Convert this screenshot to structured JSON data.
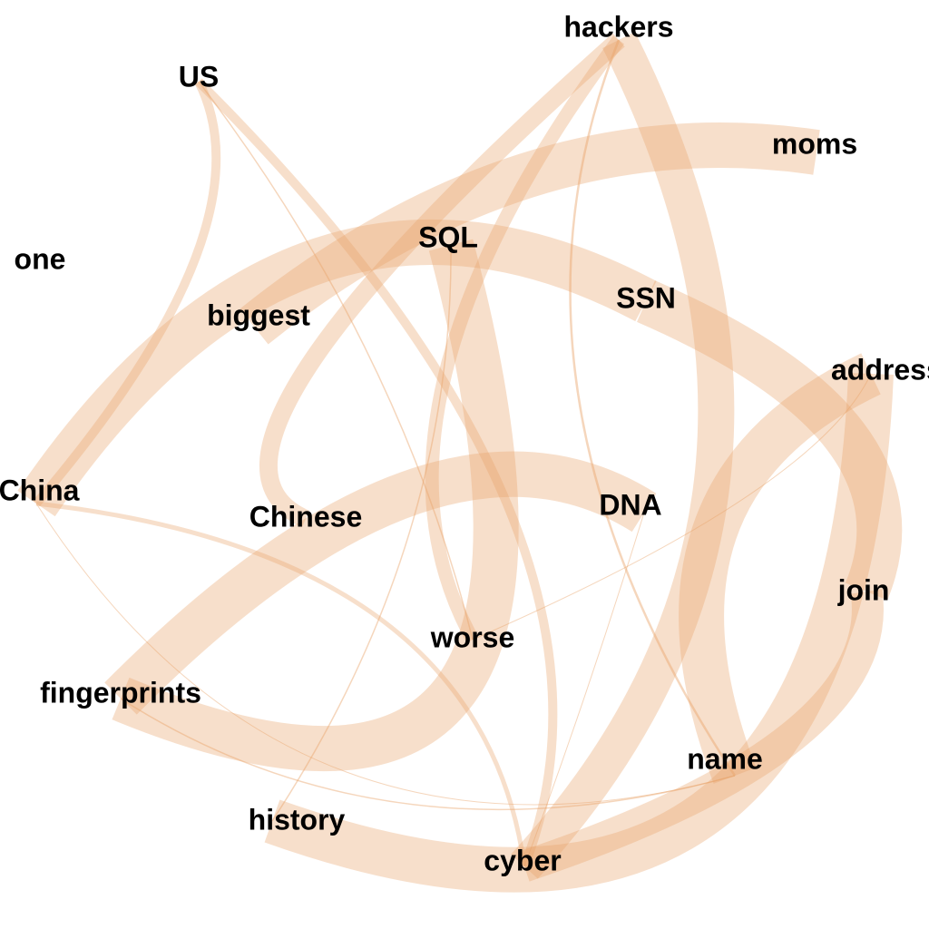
{
  "graph": {
    "edge_color": "#E9A46A",
    "background": "#FFFFFF",
    "label_color": "#000000",
    "nodes": [
      {
        "id": "hackers",
        "label": "hackers"
      },
      {
        "id": "US",
        "label": "US"
      },
      {
        "id": "moms",
        "label": "moms"
      },
      {
        "id": "SQL",
        "label": "SQL"
      },
      {
        "id": "one",
        "label": "one"
      },
      {
        "id": "biggest",
        "label": "biggest"
      },
      {
        "id": "SSN",
        "label": "SSN"
      },
      {
        "id": "address",
        "label": "address"
      },
      {
        "id": "China",
        "label": "China"
      },
      {
        "id": "Chinese",
        "label": "Chinese"
      },
      {
        "id": "DNA",
        "label": "DNA"
      },
      {
        "id": "join",
        "label": "join"
      },
      {
        "id": "worse",
        "label": "worse"
      },
      {
        "id": "fingerprints",
        "label": "fingerprints"
      },
      {
        "id": "name",
        "label": "name"
      },
      {
        "id": "history",
        "label": "history"
      },
      {
        "id": "cyber",
        "label": "cyber"
      }
    ],
    "edges": [
      {
        "source": "China",
        "target": "SSN",
        "weight": 10
      },
      {
        "source": "biggest",
        "target": "moms",
        "weight": 10
      },
      {
        "source": "fingerprints",
        "target": "DNA",
        "weight": 10
      },
      {
        "source": "fingerprints",
        "target": "SQL",
        "weight": 10
      },
      {
        "source": "SSN",
        "target": "join",
        "weight": 10
      },
      {
        "source": "history",
        "target": "address",
        "weight": 10
      },
      {
        "source": "name",
        "target": "address",
        "weight": 10
      },
      {
        "source": "hackers",
        "target": "cyber",
        "weight": 8
      },
      {
        "source": "cyber",
        "target": "join",
        "weight": 7
      },
      {
        "source": "hackers",
        "target": "Chinese",
        "weight": 4
      },
      {
        "source": "hackers",
        "target": "worse",
        "weight": 3
      },
      {
        "source": "US",
        "target": "cyber",
        "weight": 2
      },
      {
        "source": "US",
        "target": "China",
        "weight": 2
      },
      {
        "source": "China",
        "target": "cyber",
        "weight": 1
      },
      {
        "source": "name",
        "target": "hackers",
        "weight": 0.5
      },
      {
        "source": "history",
        "target": "SQL",
        "weight": 0.3
      },
      {
        "source": "US",
        "target": "worse",
        "weight": 0.3
      },
      {
        "source": "fingerprints",
        "target": "name",
        "weight": 0.3
      },
      {
        "source": "China",
        "target": "name",
        "weight": 0.2
      },
      {
        "source": "DNA",
        "target": "cyber",
        "weight": 0.2
      },
      {
        "source": "worse",
        "target": "address",
        "weight": 0.2
      }
    ]
  }
}
